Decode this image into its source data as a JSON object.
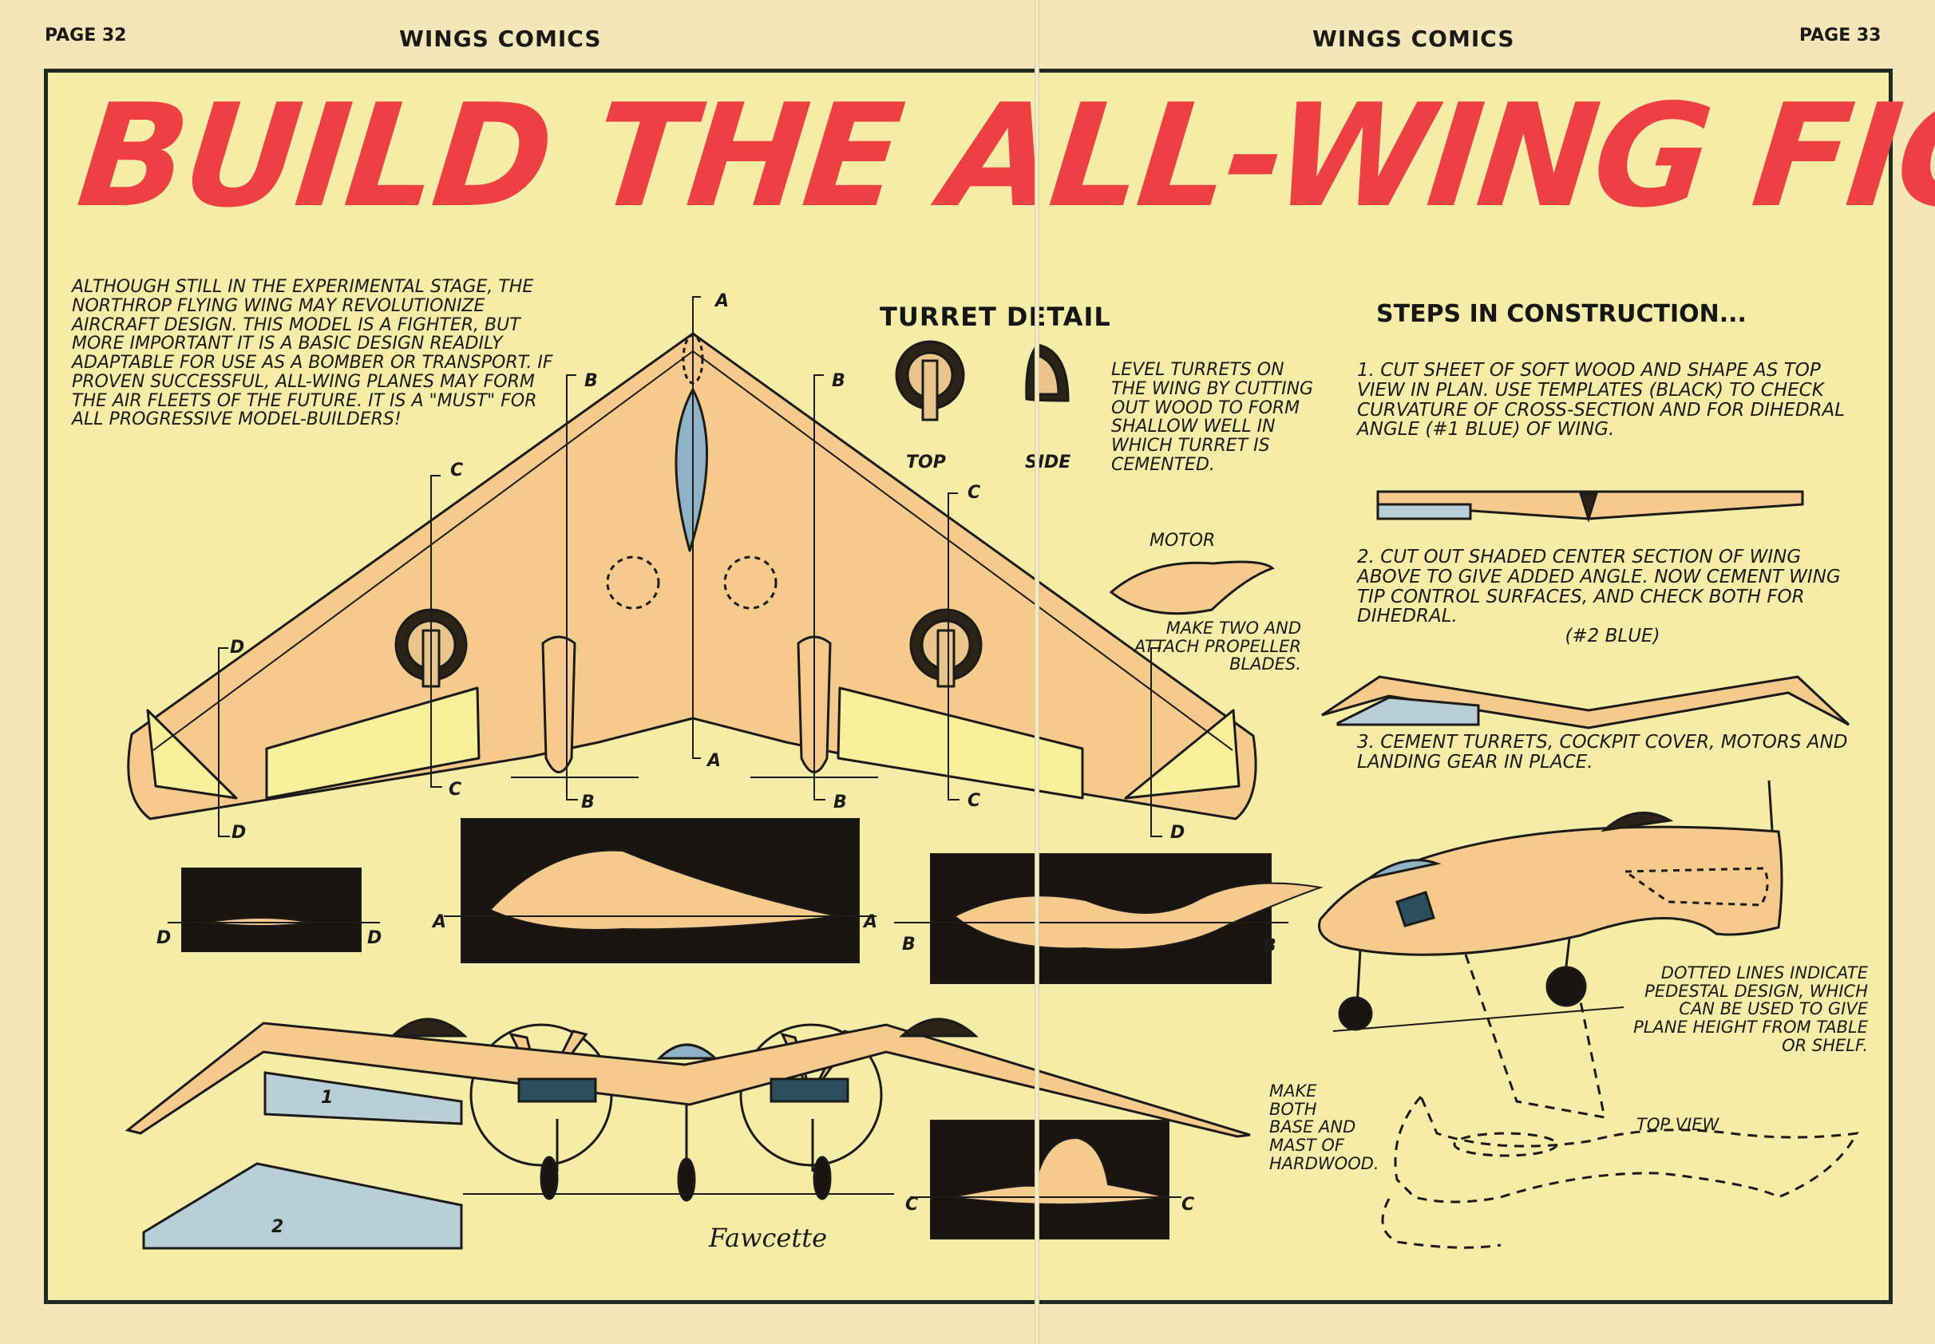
{
  "header": {
    "page_left": "PAGE 32",
    "series_left": "WINGS COMICS",
    "series_right": "WINGS COMICS",
    "page_right": "PAGE 33"
  },
  "title": "BUILD THE ALL-WING FIGHTER",
  "intro": "ALTHOUGH STILL IN THE EXPERIMENTAL STAGE, THE NORTHROP FLYING WING MAY REVOLUTIONIZE AIRCRAFT DESIGN. THIS MODEL IS A FIGHTER, BUT MORE IMPORTANT IT IS A BASIC DESIGN READILY ADAPTABLE FOR USE AS A BOMBER OR TRANSPORT. IF PROVEN SUCCESSFUL, ALL-WING PLANES MAY FORM THE AIR FLEETS OF THE FUTURE. IT IS A \"MUST\" FOR ALL PROGRESSIVE MODEL-BUILDERS!",
  "turret": {
    "heading": "TURRET DETAIL",
    "top_label": "TOP",
    "side_label": "SIDE",
    "note": "LEVEL TURRETS ON THE WING BY CUTTING OUT WOOD TO FORM SHALLOW WELL IN WHICH TURRET IS CEMENTED."
  },
  "motor": {
    "label": "MOTOR",
    "note": "MAKE TWO AND ATTACH PROPELLER BLADES."
  },
  "steps": {
    "heading": "STEPS IN CONSTRUCTION...",
    "step1": "1. CUT SHEET OF SOFT WOOD AND SHAPE AS TOP VIEW IN PLAN. USE TEMPLATES (BLACK) TO CHECK CURVATURE OF CROSS-SECTION AND FOR DIHEDRAL ANGLE (#1 BLUE) OF WING.",
    "step2": "2. CUT OUT SHADED CENTER SECTION OF WING ABOVE TO GIVE ADDED ANGLE. NOW CEMENT WING TIP CONTROL SURFACES, AND CHECK BOTH FOR DIHEDRAL.",
    "step2_tail": "(#2 BLUE)",
    "step3": "3. CEMENT TURRETS, COCKPIT COVER, MOTORS AND LANDING GEAR IN PLACE."
  },
  "pedestal": {
    "note": "DOTTED LINES INDICATE PEDESTAL DESIGN, WHICH CAN BE USED TO GIVE PLANE HEIGHT FROM TABLE OR SHELF.",
    "top_view": "TOP VIEW",
    "base_note": "MAKE BOTH BASE AND MAST OF HARDWOOD."
  },
  "section_labels": {
    "a": "A",
    "b": "B",
    "c": "C",
    "d": "D",
    "one": "1",
    "two": "2"
  },
  "signature": "Fawcette",
  "colors": {
    "paper": "#f3e6b8",
    "title_red": "#ee3f43",
    "wing_orange": "#f6c98c",
    "flap_yellow": "#f7ef9a",
    "template_blue": "#b8cfd8",
    "ink": "#1b1b17"
  }
}
